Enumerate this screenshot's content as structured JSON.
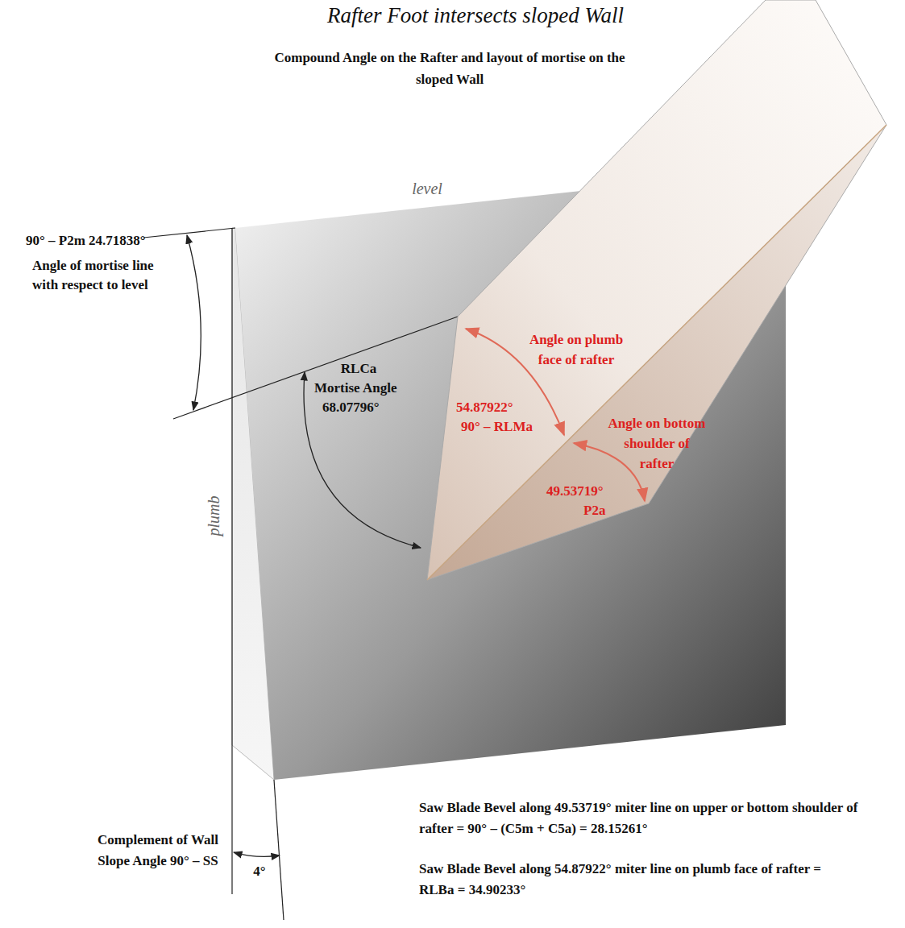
{
  "diagram": {
    "title": "Rafter Foot intersects sloped Wall",
    "labels": [
      "Compound Angle on the Rafter and layout of mortise on the sloped Wall",
      "level",
      "90° – P2m 24.71838°",
      "Angle of mortise line with respect to level",
      "RLCa",
      "Mortise Angle",
      "68.07796°",
      "Angle on plumb face of rafter",
      "54.87922°",
      "90° – RLMa",
      "Angle on bottom shoulder of rafter",
      "49.53719°",
      "P2a",
      "plumb",
      "Saw Blade Bevel along 49.53719° miter line on upper or bottom shoulder of rafter = 90° – (C5m + C5a) = 28.15261°",
      "Saw Blade Bevel along 54.87922° miter line on plumb face of rafter = RLBa = 34.90233°",
      "Complement of Wall Slope Angle 90° – SS",
      "4°"
    ]
  }
}
